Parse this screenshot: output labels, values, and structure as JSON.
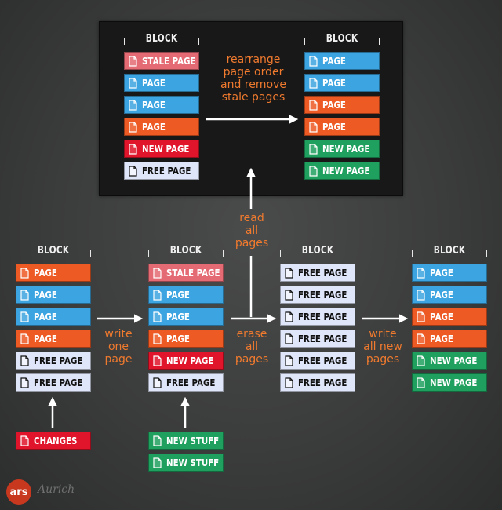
{
  "colors": {
    "stale": "#e46a73",
    "page_blue": "#3ca4e0",
    "page_orange": "#ee5a24",
    "new": "#e0142a",
    "free": "#dfe6f9",
    "green": "#1fa05e",
    "note": "#f07a2e"
  },
  "diagram": {
    "blocks": [
      {
        "id": "top-before",
        "title": "BLOCK",
        "pages": [
          {
            "type": "stale",
            "label": "STALE PAGE"
          },
          {
            "type": "page_blue",
            "label": "PAGE"
          },
          {
            "type": "page_blue",
            "label": "PAGE"
          },
          {
            "type": "page_orange",
            "label": "PAGE"
          },
          {
            "type": "new",
            "label": "NEW PAGE"
          },
          {
            "type": "free",
            "label": "FREE PAGE"
          }
        ]
      },
      {
        "id": "top-after",
        "title": "BLOCK",
        "pages": [
          {
            "type": "page_blue",
            "label": "PAGE"
          },
          {
            "type": "page_blue",
            "label": "PAGE"
          },
          {
            "type": "page_orange",
            "label": "PAGE"
          },
          {
            "type": "page_orange",
            "label": "PAGE"
          },
          {
            "type": "green",
            "label": "NEW PAGE"
          },
          {
            "type": "green",
            "label": "NEW PAGE"
          }
        ]
      },
      {
        "id": "bottom-1",
        "title": "BLOCK",
        "pages": [
          {
            "type": "page_orange",
            "label": "PAGE"
          },
          {
            "type": "page_blue",
            "label": "PAGE"
          },
          {
            "type": "page_blue",
            "label": "PAGE"
          },
          {
            "type": "page_orange",
            "label": "PAGE"
          },
          {
            "type": "free",
            "label": "FREE PAGE"
          },
          {
            "type": "free",
            "label": "FREE PAGE"
          }
        ]
      },
      {
        "id": "bottom-2",
        "title": "BLOCK",
        "pages": [
          {
            "type": "stale",
            "label": "STALE PAGE"
          },
          {
            "type": "page_blue",
            "label": "PAGE"
          },
          {
            "type": "page_blue",
            "label": "PAGE"
          },
          {
            "type": "page_orange",
            "label": "PAGE"
          },
          {
            "type": "new",
            "label": "NEW PAGE"
          },
          {
            "type": "free",
            "label": "FREE PAGE"
          }
        ]
      },
      {
        "id": "bottom-3",
        "title": "BLOCK",
        "pages": [
          {
            "type": "free",
            "label": "FREE PAGE"
          },
          {
            "type": "free",
            "label": "FREE PAGE"
          },
          {
            "type": "free",
            "label": "FREE PAGE"
          },
          {
            "type": "free",
            "label": "FREE PAGE"
          },
          {
            "type": "free",
            "label": "FREE PAGE"
          },
          {
            "type": "free",
            "label": "FREE PAGE"
          }
        ]
      },
      {
        "id": "bottom-4",
        "title": "BLOCK",
        "pages": [
          {
            "type": "page_blue",
            "label": "PAGE"
          },
          {
            "type": "page_blue",
            "label": "PAGE"
          },
          {
            "type": "page_orange",
            "label": "PAGE"
          },
          {
            "type": "page_orange",
            "label": "PAGE"
          },
          {
            "type": "green",
            "label": "NEW PAGE"
          },
          {
            "type": "green",
            "label": "NEW PAGE"
          }
        ]
      }
    ],
    "inputs": [
      {
        "id": "changes",
        "pages": [
          {
            "type": "new",
            "label": "CHANGES"
          }
        ]
      },
      {
        "id": "new-stuff",
        "pages": [
          {
            "type": "green",
            "label": "NEW STUFF"
          },
          {
            "type": "green",
            "label": "NEW STUFF"
          }
        ]
      }
    ],
    "notes": {
      "rearrange": "rearrange\npage order\nand remove\nstale pages",
      "write_one": "write\none\npage",
      "read_all": "read\nall\npages",
      "erase_all": "erase\nall\npages",
      "write_all_new": "write\nall new\npages"
    },
    "logo_text": "ars",
    "signature": "Aurich"
  }
}
